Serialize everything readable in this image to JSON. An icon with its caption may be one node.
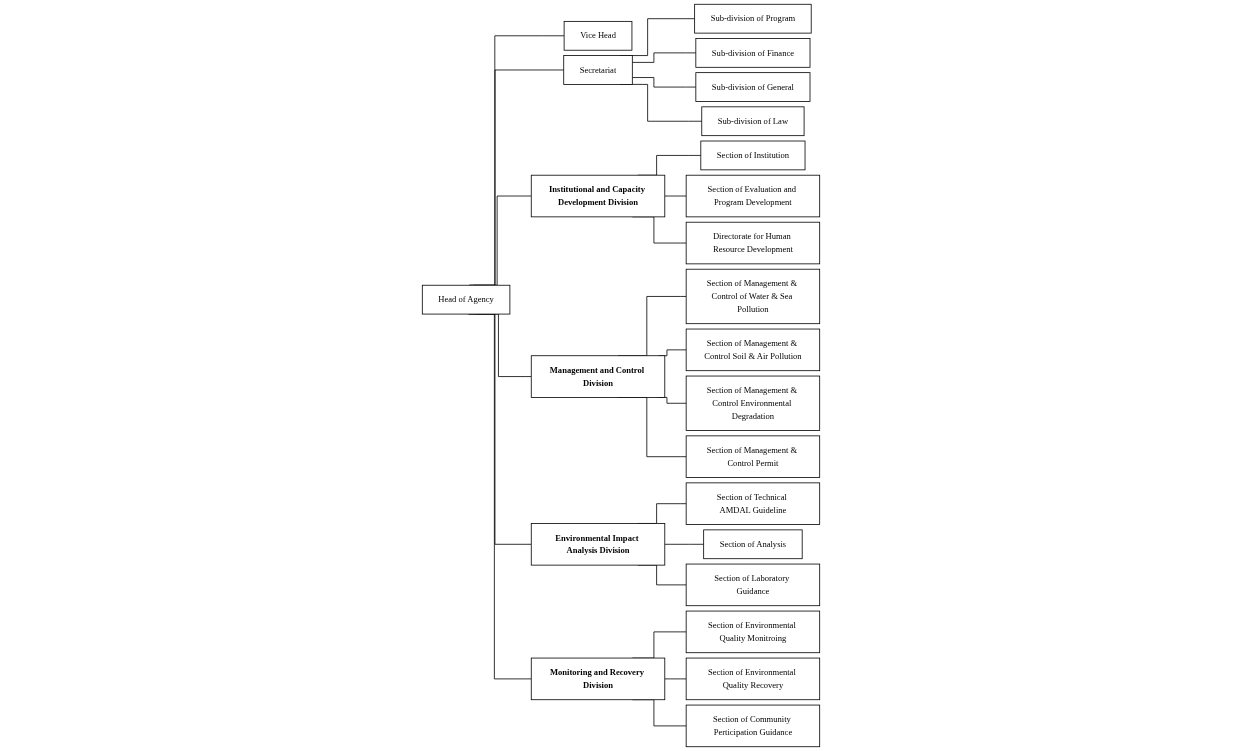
{
  "diagram": {
    "nodes": [
      {
        "text": [
          "Head of Agency"
        ]
      },
      {
        "text": [
          "Vice Head"
        ]
      },
      {
        "text": [
          "Secretariat"
        ]
      },
      {
        "text": [
          "Institutional and Capacity Development Division"
        ]
      },
      {
        "text": [
          "Management and Control Division"
        ]
      },
      {
        "text": [
          "Environmental Impact Analysis Division"
        ]
      },
      {
        "text": [
          "Monitoring and Recovery Division"
        ]
      },
      {
        "text": [
          "Sub-division of Program"
        ]
      },
      {
        "text": [
          "Sub-division of Finance"
        ]
      },
      {
        "text": [
          "Sub-division of General"
        ]
      },
      {
        "text": [
          "Sub-division of Law"
        ]
      },
      {
        "text": [
          "Section of Institution"
        ]
      },
      {
        "text": [
          "Section of Evaluation and Program Development"
        ]
      },
      {
        "text": [
          "Directorate for Human Resource Development"
        ]
      },
      {
        "text": [
          "Section of Management & Control of Water & Sea Pollution"
        ]
      },
      {
        "text": [
          "Section of Management & Control Soil & Air Pollution"
        ]
      },
      {
        "text": [
          "Section of Management & Control Environmental Degradation"
        ]
      },
      {
        "text": [
          "Section of Management & Control Permit"
        ]
      },
      {
        "text": [
          "Section of Technical AMDAL Guideline"
        ]
      },
      {
        "text": [
          "Section of Analysis"
        ]
      },
      {
        "text": [
          "Section of Laboratory Guidance"
        ]
      },
      {
        "text": [
          "Section of Environmental Quality Monitroing"
        ]
      },
      {
        "text": [
          "Section of Environmental Quality Recovery"
        ]
      },
      {
        "text": [
          "Section of Community Perticipation Guidance"
        ]
      }
    ],
    "edges": [
      {
        "from": 0,
        "to": 1,
        "arrow": "none"
      },
      {
        "from": 0,
        "to": 2,
        "arrow": "none"
      },
      {
        "from": 0,
        "to": 3,
        "arrow": "none"
      },
      {
        "from": 0,
        "to": 4,
        "arrow": "none"
      },
      {
        "from": 0,
        "to": 5,
        "arrow": "none"
      },
      {
        "from": 0,
        "to": 6,
        "arrow": "none"
      },
      {
        "from": 2,
        "to": 7,
        "arrow": "none"
      },
      {
        "from": 2,
        "to": 8,
        "arrow": "none"
      },
      {
        "from": 2,
        "to": 9,
        "arrow": "none"
      },
      {
        "from": 2,
        "to": 10,
        "arrow": "none"
      },
      {
        "from": 3,
        "to": 11,
        "arrow": "none"
      },
      {
        "from": 3,
        "to": 12,
        "arrow": "none"
      },
      {
        "from": 3,
        "to": 13,
        "arrow": "none"
      },
      {
        "from": 4,
        "to": 14,
        "arrow": "none"
      },
      {
        "from": 4,
        "to": 15,
        "arrow": "none"
      },
      {
        "from": 4,
        "to": 16,
        "arrow": "none"
      },
      {
        "from": 4,
        "to": 17,
        "arrow": "none"
      },
      {
        "from": 5,
        "to": 18,
        "arrow": "none"
      },
      {
        "from": 5,
        "to": 19,
        "arrow": "none"
      },
      {
        "from": 5,
        "to": 20,
        "arrow": "none"
      },
      {
        "from": 6,
        "to": 21,
        "arrow": "none"
      },
      {
        "from": 6,
        "to": 22,
        "arrow": "none"
      },
      {
        "from": 6,
        "to": 23,
        "arrow": "none"
      }
    ]
  }
}
